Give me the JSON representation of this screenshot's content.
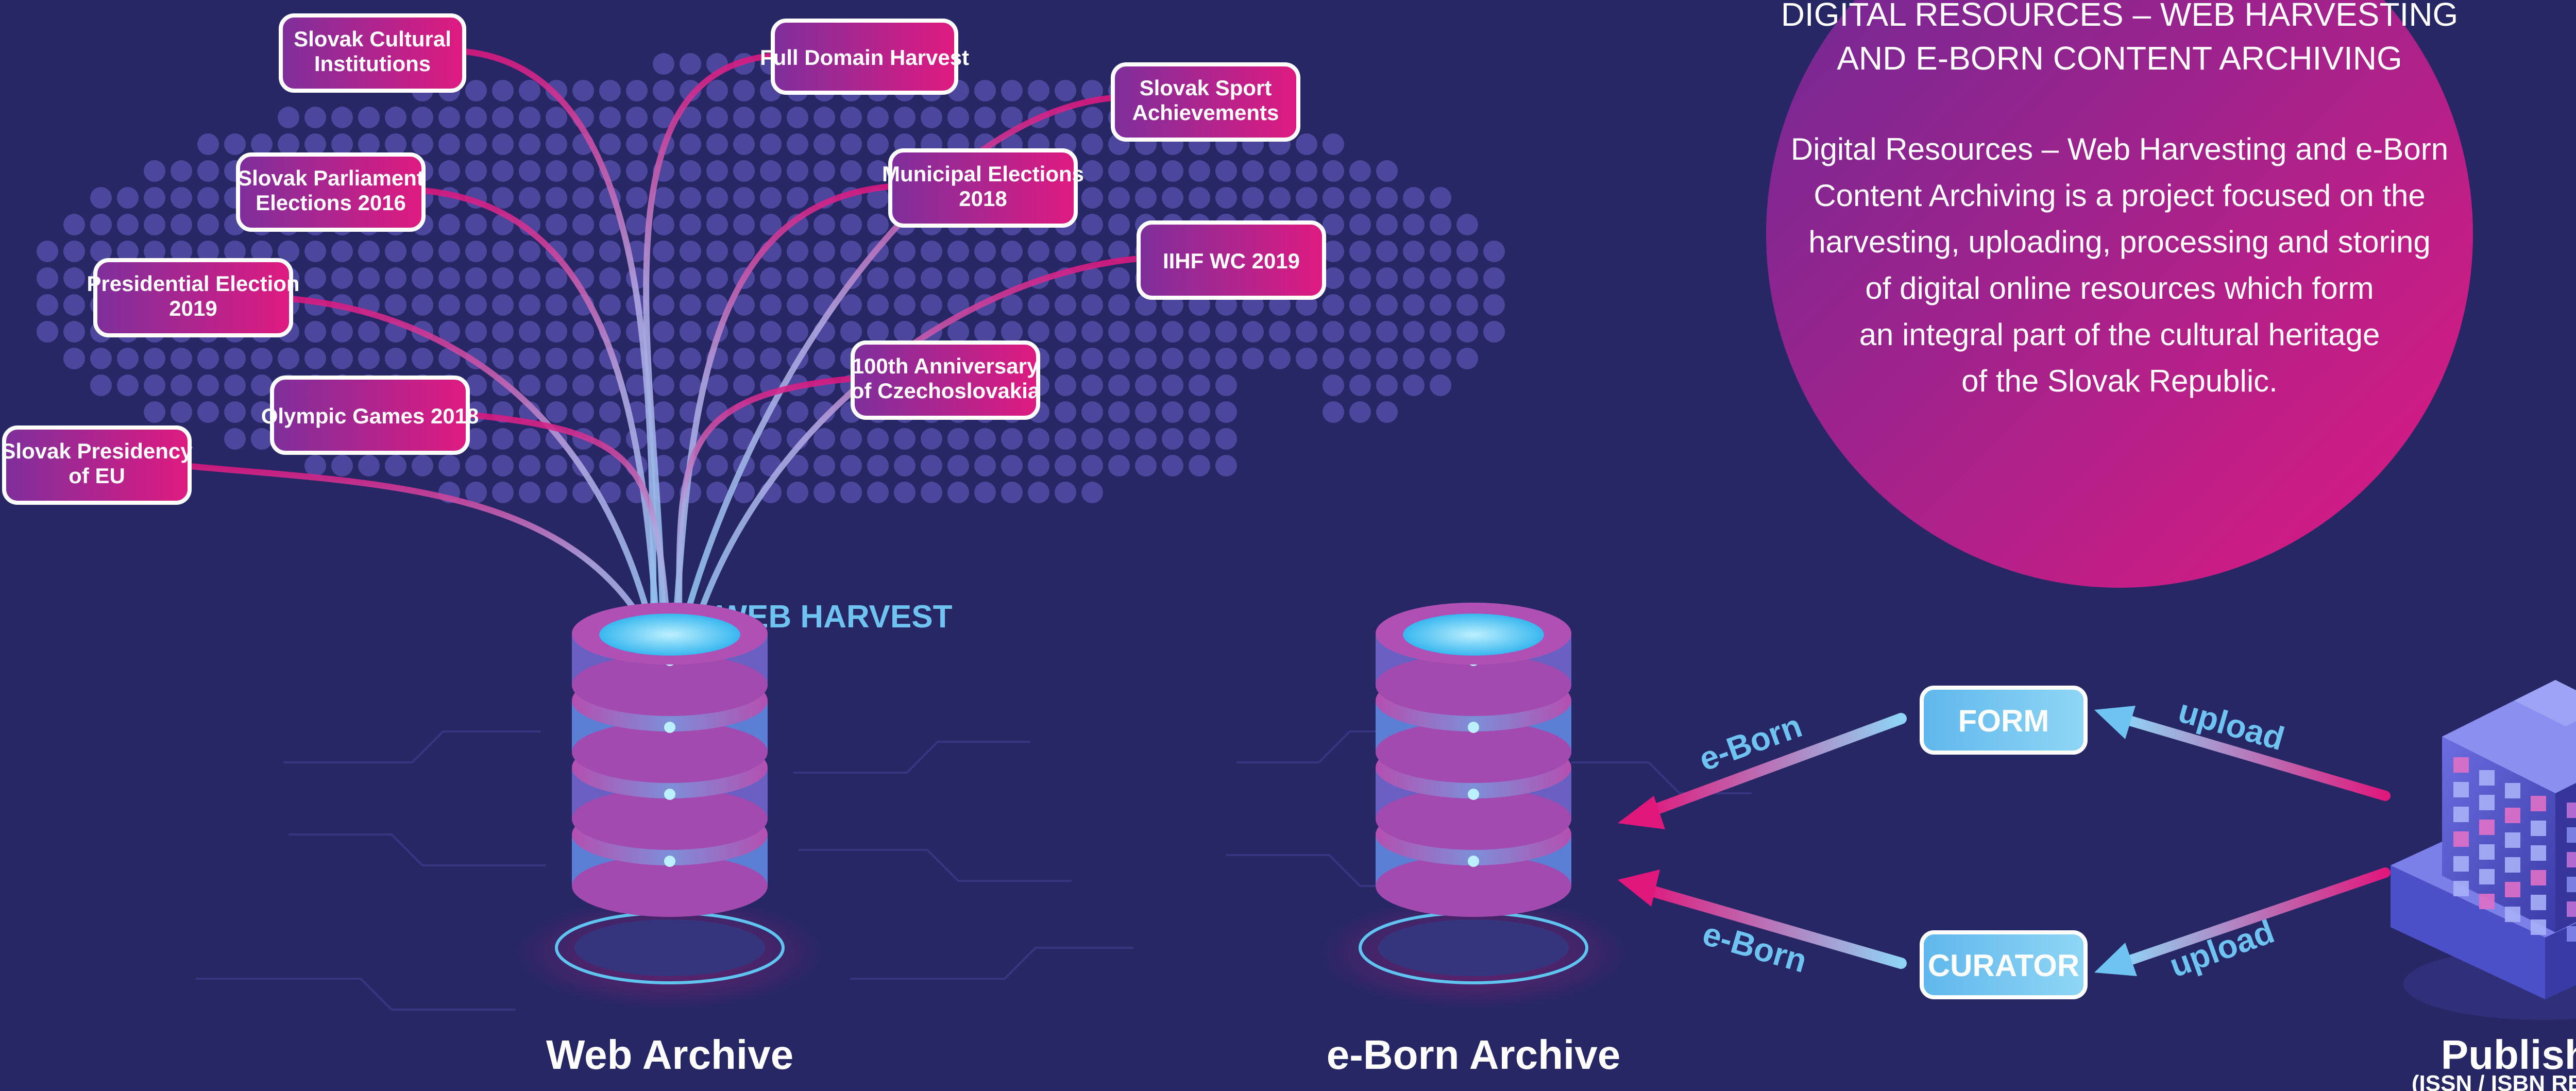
{
  "colors": {
    "background": "#272766",
    "dot": "#5a52b0",
    "label_fill_start": "#8c2f9e",
    "label_fill_end": "#d9187f",
    "cyan": "#6fc3f0",
    "magenta": "#e0187c"
  },
  "header": {
    "title_line1": "DIGITAL RESOURCES – WEB HARVESTING",
    "title_line2": "AND E-BORN CONTENT ARCHIVING",
    "desc_lines": [
      "Digital Resources – Web Harvesting and e-Born",
      "Content Archiving is a project focused on the",
      "harvesting, uploading, processing and storing",
      "of digital online resources which form",
      "an integral part of the cultural heritage",
      "of the Slovak Republic."
    ]
  },
  "harvest": {
    "label": "WEB HARVEST",
    "sources": [
      {
        "lines": [
          "Slovak Cultural",
          "Institutions"
        ]
      },
      {
        "lines": [
          "Full Domain Harvest"
        ]
      },
      {
        "lines": [
          "Slovak Sport",
          "Achievements"
        ]
      },
      {
        "lines": [
          "Slovak Parliament",
          "Elections 2016"
        ]
      },
      {
        "lines": [
          "Municipal Elections",
          "2018"
        ]
      },
      {
        "lines": [
          "Presidential Election",
          "2019"
        ]
      },
      {
        "lines": [
          "IIHF WC 2019"
        ]
      },
      {
        "lines": [
          "100th Anniversary",
          "of Czechoslovakia"
        ]
      },
      {
        "lines": [
          "Olympic Games 2018"
        ]
      },
      {
        "lines": [
          "Slovak Presidency",
          "of EU"
        ]
      }
    ]
  },
  "nodes": {
    "web_archive": "Web Archive",
    "eborn_archive": "e-Born Archive",
    "publisher": "Publisher",
    "publisher_note": "(ISSN / ISBN REQUIRED)",
    "form": "FORM",
    "curator": "CURATOR"
  },
  "flows": {
    "eborn_top": "e-Born",
    "eborn_bottom": "e-Born",
    "upload_top": "upload",
    "upload_bottom": "upload"
  },
  "icons": [
    "database-icon",
    "building-icon",
    "arrow-left-icon"
  ]
}
